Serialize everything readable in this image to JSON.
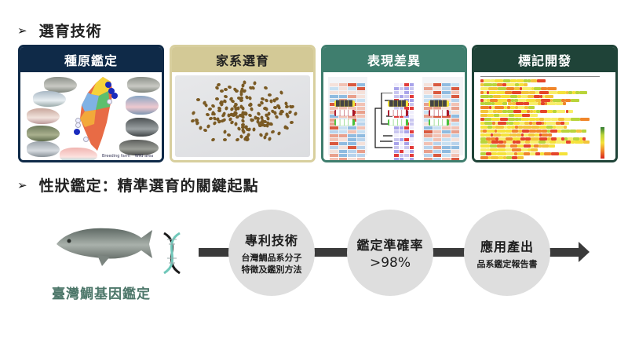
{
  "sections": [
    {
      "bullet": "➢",
      "title": "選育技術"
    },
    {
      "bullet": "➢",
      "title": "性狀鑑定：精準選育的關鍵起點"
    }
  ],
  "cards": [
    {
      "title": "種原鑑定",
      "image": "taiwan-tilapia-origin-map",
      "header_color": "#0f2a48",
      "legend": [
        "Breeding farm",
        "Wild area"
      ]
    },
    {
      "title": "家系選育",
      "image": "fish-fry-photo",
      "header_color": "#d3c996"
    },
    {
      "title": "表現差異",
      "image": "gene-expression-heatmaps",
      "header_color": "#3f7e6e"
    },
    {
      "title": "標記開發",
      "image": "genetic-marker-heatmap",
      "header_color": "#1f4338"
    }
  ],
  "flow": {
    "start": {
      "image": "tilapia-fish-and-dna",
      "caption": "臺灣鯛基因鑑定"
    },
    "steps": [
      {
        "title": "專利技術",
        "subtitle_line1": "台灣鯛品系分子",
        "subtitle_line2": "特徵及鑑別方法"
      },
      {
        "title": "鑑定準確率",
        "value": ">98%"
      },
      {
        "title": "應用產出",
        "subtitle_line1": "品系鑑定報告書"
      }
    ],
    "connector_color": "#3a3a3a",
    "circle_color": "#dedede"
  }
}
